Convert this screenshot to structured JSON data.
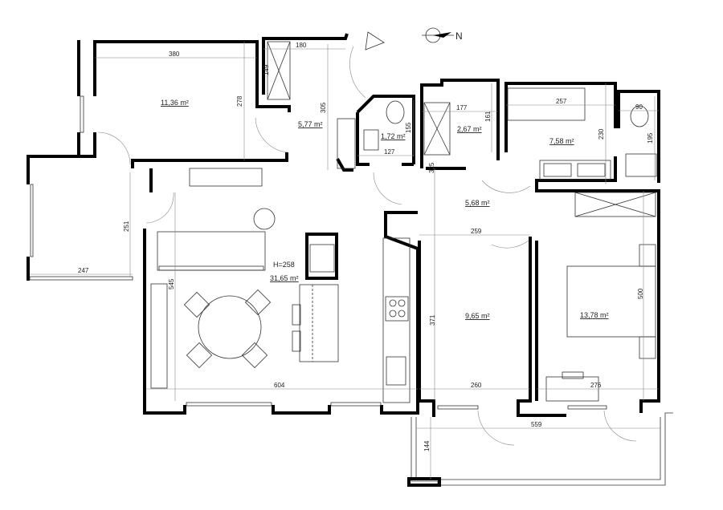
{
  "plan": {
    "ceiling_height": "H=258",
    "rooms": {
      "bedroom_small": "11,36 m²",
      "hall": "5,77 m²",
      "wc": "1,72 m²",
      "closet": "2,67 m²",
      "bathroom": "7,58 m²",
      "corridor": "5,68 m²",
      "living": "31,65 m²",
      "room": "9,65 m²",
      "bedroom_main": "13,78 m²"
    },
    "dimensions": {
      "d380": "380",
      "d278": "278",
      "d149": "149",
      "d180": "180",
      "d305": "305",
      "d155": "155",
      "d127": "127",
      "d177": "177",
      "d161": "161",
      "d325": "325",
      "d257": "257",
      "d230": "230",
      "d90": "90",
      "d195": "195",
      "d259": "259",
      "d251": "251",
      "d247": "247",
      "d545": "545",
      "d604": "604",
      "d371": "371",
      "d260": "260",
      "d276": "276",
      "d500": "500",
      "d559": "559",
      "d144": "144"
    },
    "north_label": "N"
  }
}
